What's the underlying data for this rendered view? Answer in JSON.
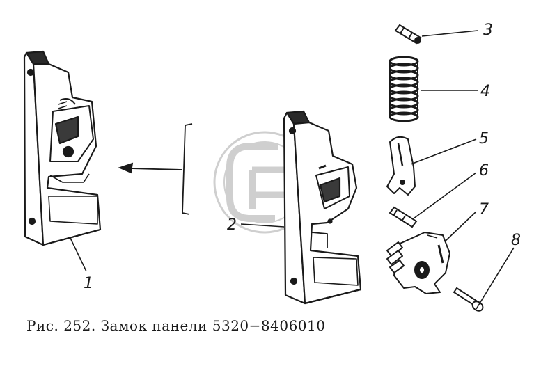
{
  "figure": {
    "caption": "Рис. 252. Замок панели 5320−8406010",
    "callouts": [
      "1",
      "2",
      "3",
      "4",
      "5",
      "6",
      "7",
      "8"
    ]
  },
  "colors": {
    "ink": "#1a1a1a",
    "watermark": "#cfcfcf",
    "background": "#ffffff"
  },
  "watermark": {
    "type": "logo"
  }
}
